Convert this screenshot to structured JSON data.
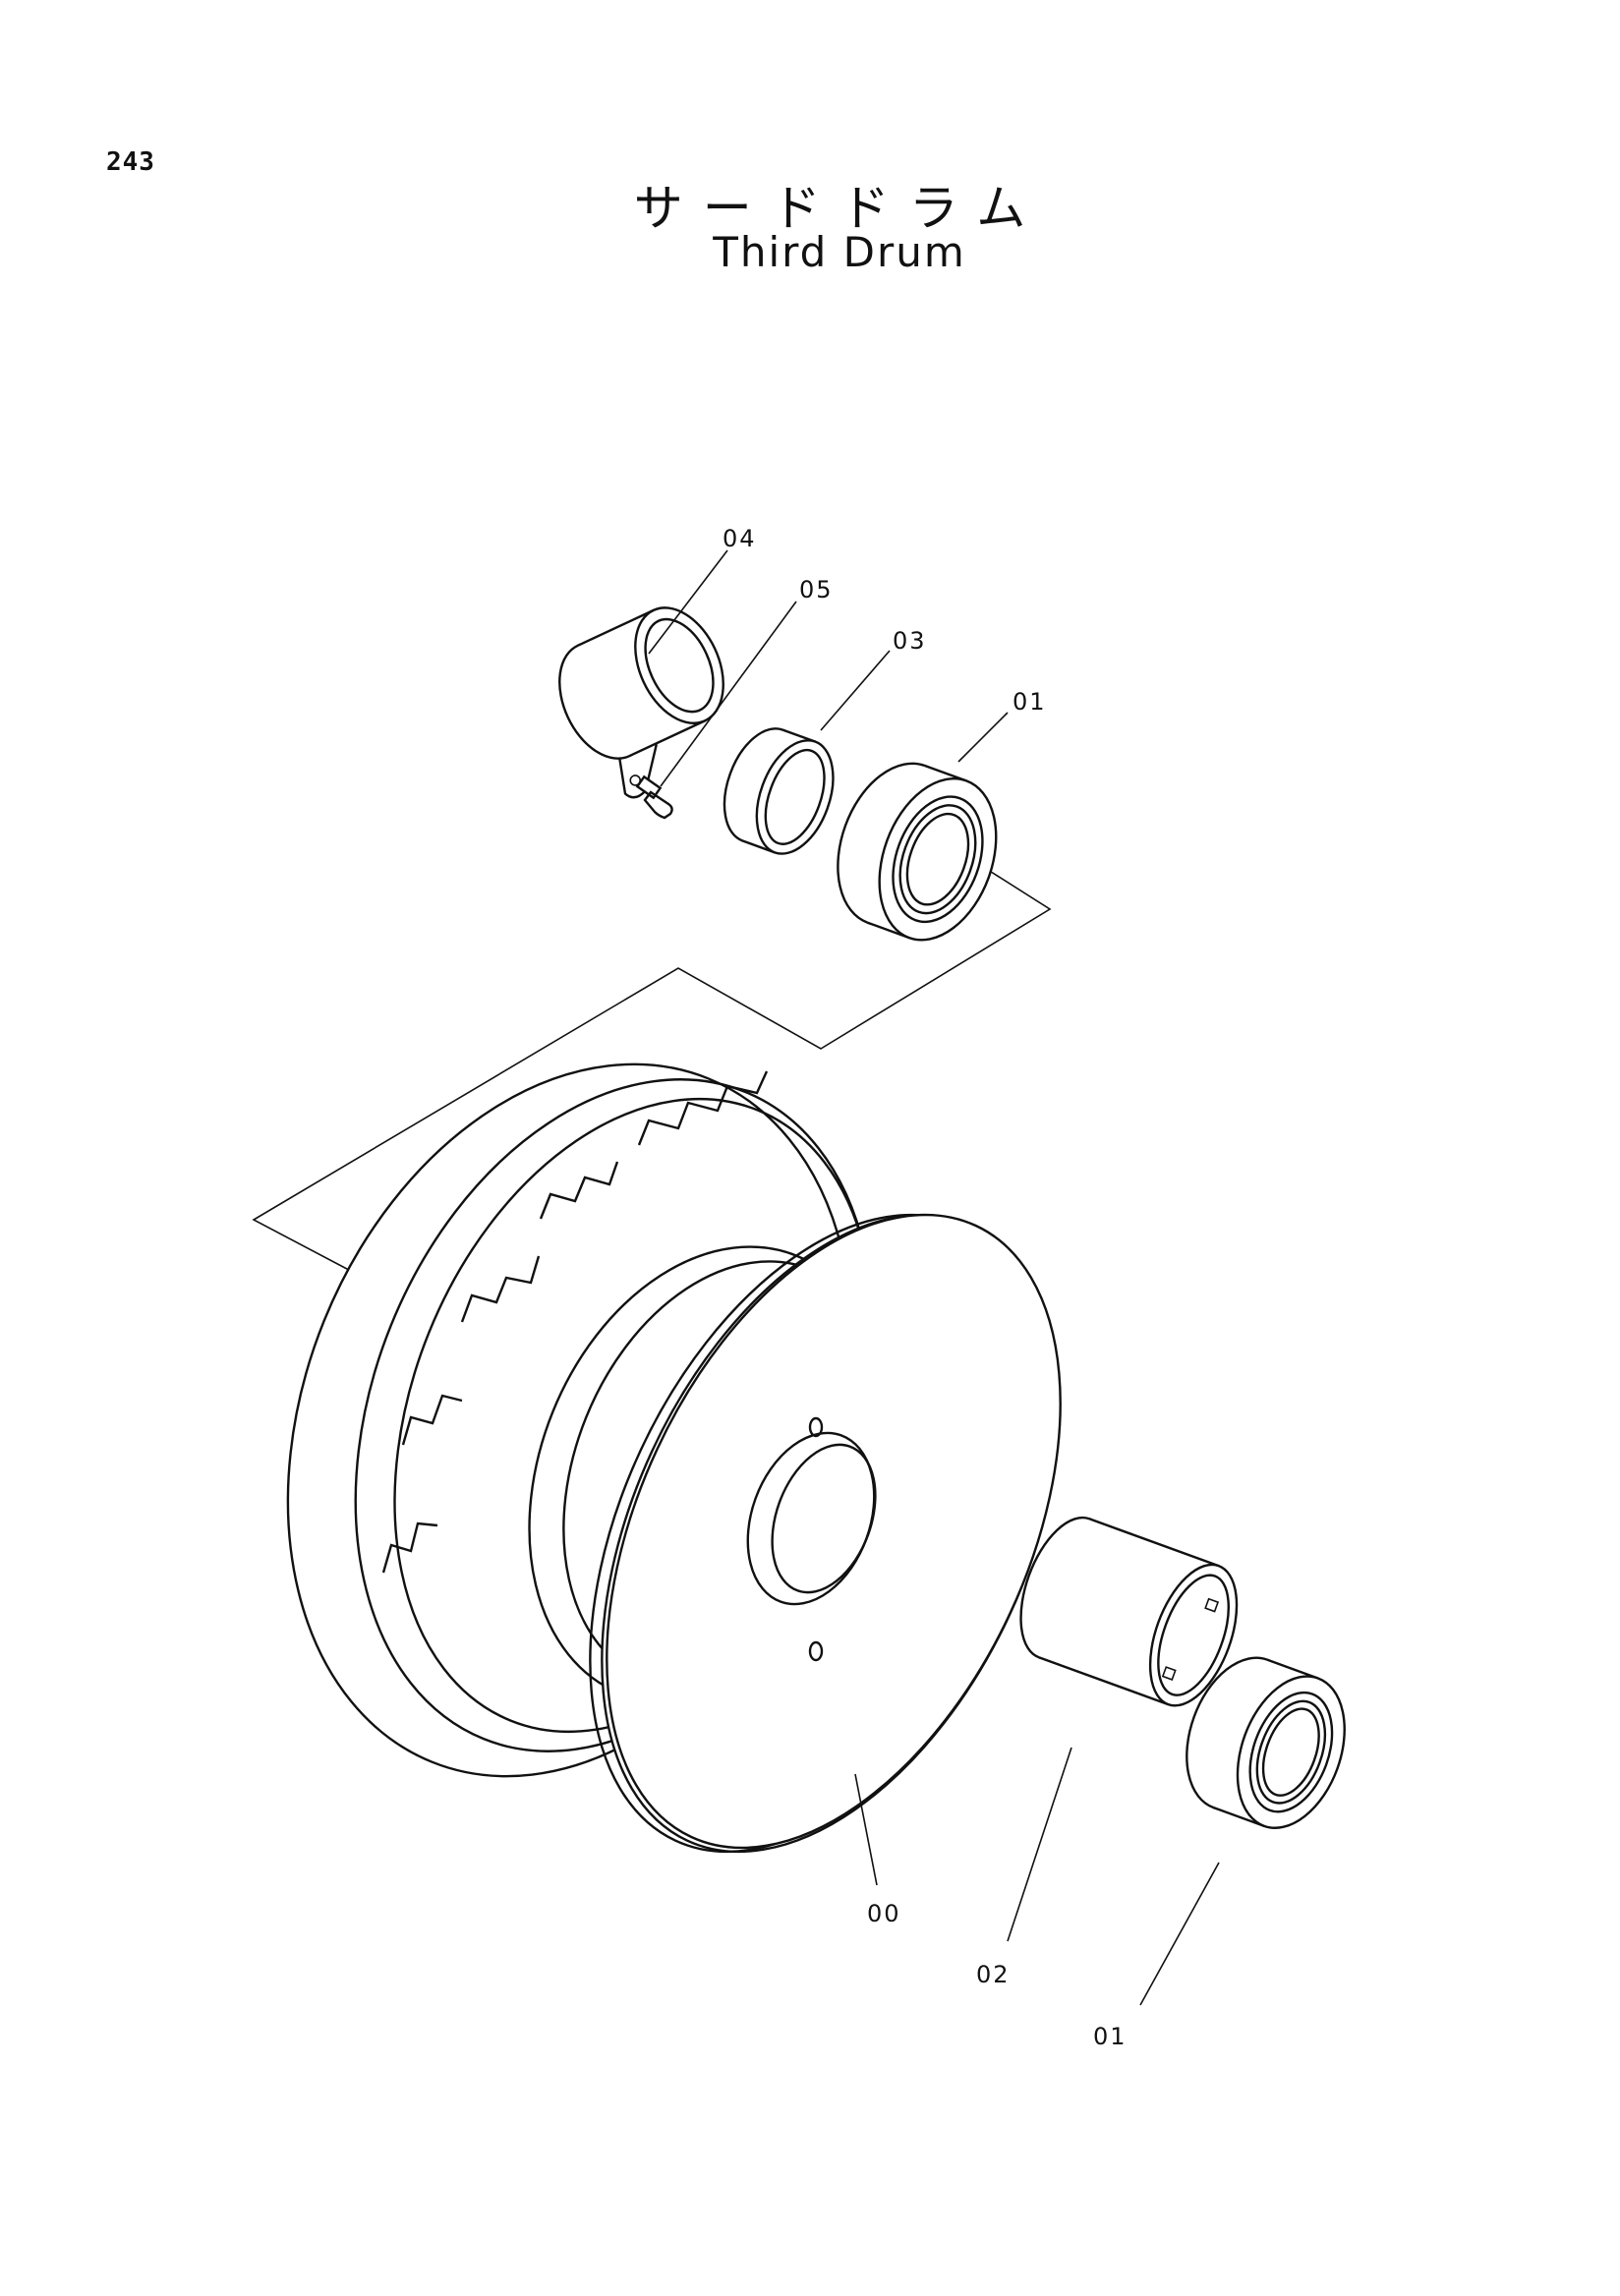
{
  "page_number": "243",
  "title_jp": "サードドラム",
  "title_en": "Third Drum",
  "callouts": {
    "c04": "04",
    "c05": "05",
    "c03": "03",
    "c01_top": "01",
    "c00": "00",
    "c02": "02",
    "c01_bottom": "01"
  }
}
